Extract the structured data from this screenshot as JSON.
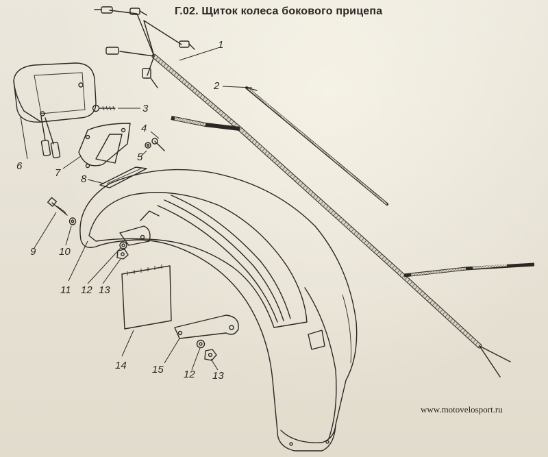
{
  "title": "Г.02. Щиток колеса бокового прицепа",
  "website": "www.motovelosport.ru",
  "callouts": [
    "1",
    "2",
    "3",
    "4",
    "5",
    "6",
    "7",
    "8",
    "9",
    "10",
    "11",
    "12",
    "13",
    "14",
    "15",
    "12",
    "13"
  ],
  "colors": {
    "ink": "#2b2723",
    "paper": "#e6e1d4"
  }
}
